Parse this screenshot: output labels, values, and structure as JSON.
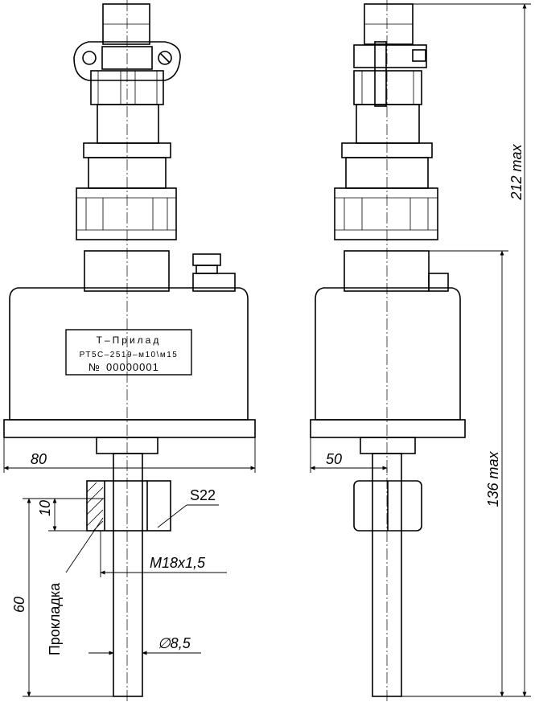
{
  "nameplate": {
    "line1": "Т–Прилад",
    "line2": "РТ5С–2519–м10\\м15",
    "line3_prefix": "№",
    "line3_number": "00000001"
  },
  "dimensions": {
    "overall_height": "212 max",
    "housing_height": "136 max",
    "front_width": "80",
    "side_width": "50",
    "thread_height": "10",
    "immersion_length": "60",
    "thread": "M18x1,5",
    "diameter": "∅8,5",
    "wrench": "S22"
  },
  "labels": {
    "gasket": "Прокладка"
  }
}
